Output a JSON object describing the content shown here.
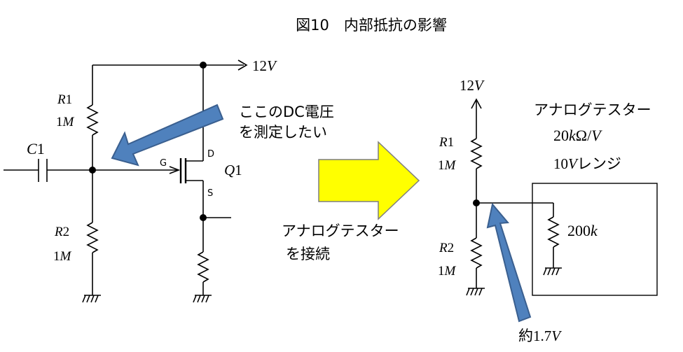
{
  "title": "図10　内部抵抗の影響",
  "left_circuit": {
    "supply_label": "12",
    "supply_unit": "V",
    "r1": {
      "letter": "R",
      "num": "1",
      "value": "1",
      "unit": "M"
    },
    "r2": {
      "letter": "R",
      "num": "2",
      "value": "1",
      "unit": "M"
    },
    "c1": {
      "letter": "C",
      "num": "1"
    },
    "q1": {
      "letter": "Q",
      "num": "1"
    },
    "pin_g": "G",
    "pin_d": "D",
    "pin_s": "S",
    "callout_line1": "ここのDC電圧",
    "callout_line2": "を測定したい"
  },
  "middle": {
    "line1": "アナログテスター",
    "line2": "を接続"
  },
  "right_circuit": {
    "supply_label": "12",
    "supply_unit": "V",
    "r1": {
      "letter": "R",
      "num": "1",
      "value": "1",
      "unit": "M"
    },
    "r2": {
      "letter": "R",
      "num": "2",
      "value": "1",
      "unit": "M"
    },
    "tester_title": "アナログテスター",
    "tester_spec_num": "20",
    "tester_spec_k": "k",
    "tester_spec_rest": "Ω/",
    "tester_spec_v": "V",
    "range_num": "10",
    "range_v": "V",
    "range_rest": "レンジ",
    "internal_r_num": "200",
    "internal_r_k": "k",
    "measured_prefix": "約1.7",
    "measured_unit": "V"
  },
  "colors": {
    "wire": "#000000",
    "callout_arrow": "#4f81bd",
    "callout_arrow_edge": "#3a5f8f",
    "yellow_arrow": "#ffff00",
    "yellow_arrow_edge": "#7f7f7f"
  }
}
